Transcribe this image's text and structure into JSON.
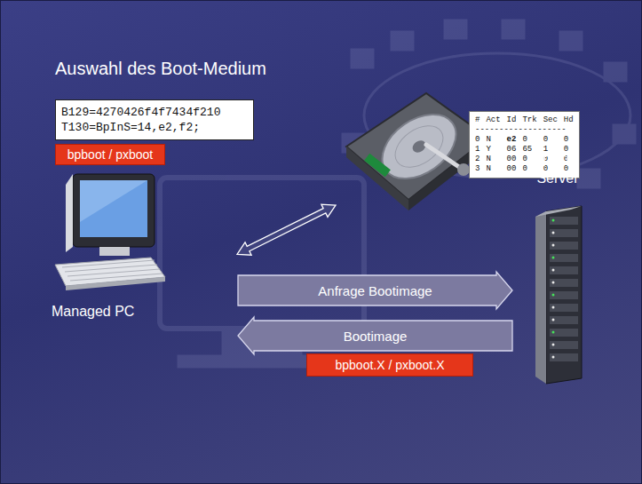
{
  "diagram": {
    "title": "Auswahl des Boot-Medium",
    "nodes": [
      {
        "text": [
          "B129=4270426f4f7434f210",
          "T130=BpInS=14,e2,f2;"
        ]
      },
      {
        "text": [
          "bpboot / pxboot"
        ]
      },
      {
        "text": [
          "#",
          "Act",
          "Id",
          "Trk",
          "Sec",
          "Hd",
          "-------------------",
          "0",
          "N",
          "e2",
          "0",
          "0",
          "0",
          "1",
          "Y",
          "06",
          "65",
          "1",
          "0",
          "2",
          "N",
          "00",
          "0",
          "0",
          "0",
          "3",
          "N",
          "00",
          "0",
          "0",
          "0"
        ]
      },
      {
        "text": [
          "Managed PC"
        ]
      },
      {
        "text": [
          "TFTP Server"
        ]
      },
      {
        "text": [
          "bpboot.X / pxboot.X"
        ]
      }
    ],
    "edges": [
      {
        "from": 3,
        "to": 2,
        "arrow": "both"
      },
      {
        "from": 3,
        "to": 4,
        "label": "Anfrage Bootimage",
        "arrow": "to"
      },
      {
        "from": 4,
        "to": 3,
        "label": "Bootimage",
        "arrow": "to"
      }
    ]
  }
}
